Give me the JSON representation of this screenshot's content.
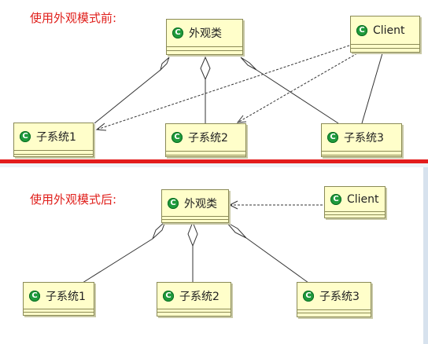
{
  "before": {
    "caption": "使用外观模式前:",
    "facade": "外观类",
    "client": "Client",
    "subsystems": [
      "子系统1",
      "子系统2",
      "子系统3"
    ]
  },
  "after": {
    "caption": "使用外观模式后:",
    "facade": "外观类",
    "client": "Client",
    "subsystems": [
      "子系统1",
      "子系统2",
      "子系统3"
    ]
  },
  "icon": {
    "name": "class-icon",
    "glyph": "C",
    "color": "#1f9a3c"
  },
  "colors": {
    "caption": "#e0201c",
    "divider": "#e31d1d",
    "class_fill": "#fffeca",
    "class_border": "#8a8a56"
  }
}
